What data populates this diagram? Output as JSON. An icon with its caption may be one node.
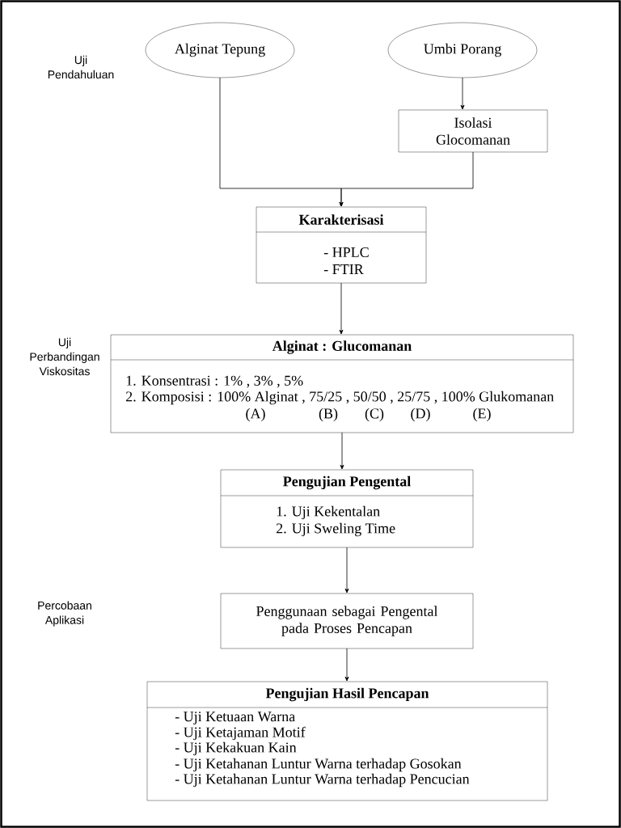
{
  "diagram": {
    "nodes": [
      {
        "text": [
          "Alginat Tepung"
        ]
      },
      {
        "text": [
          "Umbi Porang"
        ]
      },
      {
        "text": [
          "Isolasi Glocomanan"
        ]
      },
      {
        "text": [
          "Karakterisasi",
          "- HPLC",
          "- FTIR"
        ]
      },
      {
        "text": [
          "Alginat : Glucomanan",
          "1. Konsentrasi : 1% , 3% , 5%",
          "2. Komposisi  : 100% Alginat , 75/25 , 50/50 , 25/75 , 100% Glukomanan",
          "(A)",
          "(B)",
          "(C)",
          "(D)",
          "(E)"
        ]
      },
      {
        "text": [
          "Pengujian Pengental",
          "1. Uji Kekentalan",
          "2. Uji Sweling Time"
        ]
      },
      {
        "text": [
          "Penggunaan sebagai Pengental pada Proses Pencapan"
        ]
      },
      {
        "text": [
          "Pengujian Hasil Pencapan",
          "- Uji Ketuaan Warna",
          "- Uji Ketajaman Motif",
          "- Uji Kekakuan Kain",
          "- Uji Ketahanan Luntur Warna terhadap Gosokan",
          "- Uji Ketahanan Luntur Warna terhadap Pencucian"
        ]
      }
    ],
    "edges": [
      {
        "from": 0,
        "to": 3,
        "arrow": "to"
      },
      {
        "from": 2,
        "to": 3,
        "arrow": "to"
      },
      {
        "from": 1,
        "to": 2,
        "arrow": "to"
      },
      {
        "from": 3,
        "to": 4,
        "arrow": "to"
      },
      {
        "from": 4,
        "to": 5,
        "arrow": "to"
      },
      {
        "from": 5,
        "to": 6,
        "arrow": "to"
      },
      {
        "from": 6,
        "to": 7,
        "arrow": "to"
      }
    ],
    "labels": [
      "Uji Pendahuluan",
      "Uji Perbandingan Viskositas",
      "Percobaan Aplikasi"
    ]
  }
}
